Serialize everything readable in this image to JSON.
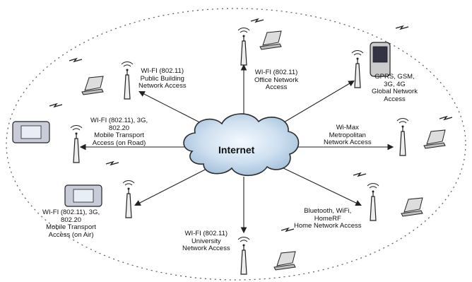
{
  "center": {
    "label": "Internet"
  },
  "nodes": {
    "public_building": {
      "lines": [
        "WI-FI (802.11)",
        "Public Building",
        "Network Access"
      ]
    },
    "office": {
      "lines": [
        "WI-FI (802.11)",
        "Office Network",
        "Access"
      ]
    },
    "global": {
      "lines": [
        "GPRS, GSM,",
        "3G, 4G",
        "Global Network",
        "Access"
      ]
    },
    "metropolitan": {
      "lines": [
        "Wi-Max",
        "Metropolitan",
        "Network Access"
      ]
    },
    "home": {
      "lines": [
        "Bluetooth, WiFi,",
        "HomeRF",
        "Home Network Access"
      ]
    },
    "university": {
      "lines": [
        "WI-FI (802.11)",
        "University",
        "Network Access"
      ]
    },
    "mobile_air": {
      "lines": [
        "WI-FI (802.11), 3G,",
        "802.20",
        "Mobile Transport",
        "Access (on Air)"
      ]
    },
    "mobile_road": {
      "lines": [
        "WI-FI (802.11), 3G,",
        "802.20",
        "Mobile Transport",
        "Access (on Road)"
      ]
    }
  },
  "colors": {
    "cloud_fill": "#cfe0f0",
    "cloud_stroke": "#2b2b2b",
    "line": "#222222",
    "boundary": "#555555"
  },
  "icons": [
    "radio-tower-icon",
    "laptop-icon",
    "pda-icon",
    "wireless-signal-icon"
  ]
}
